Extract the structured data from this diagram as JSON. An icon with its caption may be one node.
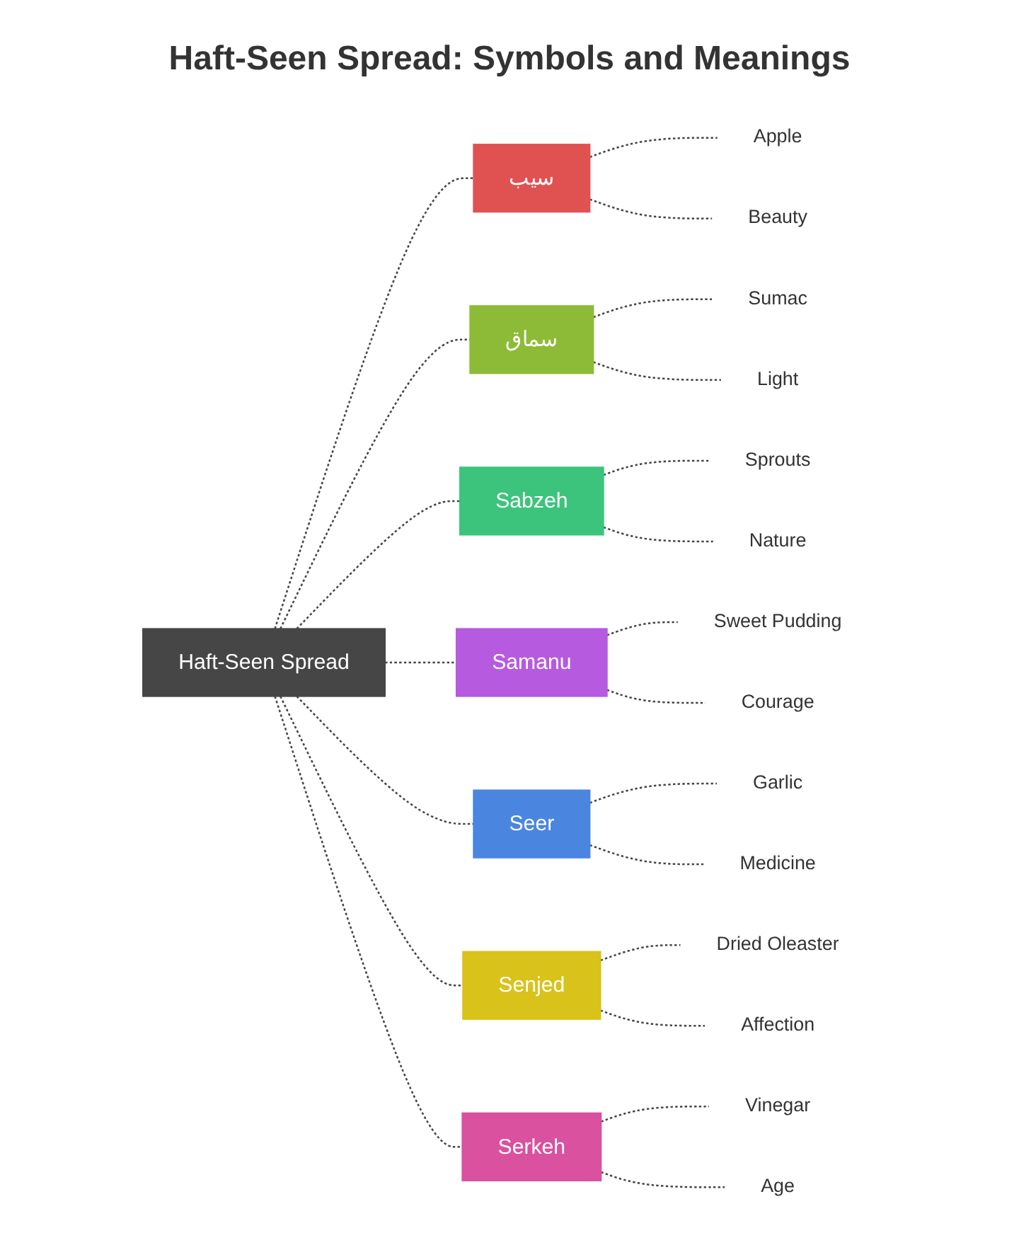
{
  "diagram": {
    "title": "Haft-Seen Spread: Symbols and Meanings",
    "nodes": [
      {
        "text": [
          "Haft-Seen Spread"
        ]
      },
      {
        "text": [
          "سیب"
        ]
      },
      {
        "text": [
          "Apple"
        ]
      },
      {
        "text": [
          "Beauty"
        ]
      },
      {
        "text": [
          "سماق"
        ]
      },
      {
        "text": [
          "Sumac"
        ]
      },
      {
        "text": [
          "Light"
        ]
      },
      {
        "text": [
          "Sabzeh"
        ]
      },
      {
        "text": [
          "Sprouts"
        ]
      },
      {
        "text": [
          "Nature"
        ]
      },
      {
        "text": [
          "Samanu"
        ]
      },
      {
        "text": [
          "Sweet Pudding"
        ]
      },
      {
        "text": [
          "Courage"
        ]
      },
      {
        "text": [
          "Seer"
        ]
      },
      {
        "text": [
          "Garlic"
        ]
      },
      {
        "text": [
          "Medicine"
        ]
      },
      {
        "text": [
          "Senjed"
        ]
      },
      {
        "text": [
          "Dried Oleaster"
        ]
      },
      {
        "text": [
          "Affection"
        ]
      },
      {
        "text": [
          "Serkeh"
        ]
      },
      {
        "text": [
          "Vinegar"
        ]
      },
      {
        "text": [
          "Age"
        ]
      }
    ],
    "edges": [
      {
        "from": 0,
        "to": 1,
        "arrow": "none",
        "style": "dashed"
      },
      {
        "from": 0,
        "to": 4,
        "arrow": "none",
        "style": "dashed"
      },
      {
        "from": 0,
        "to": 7,
        "arrow": "none",
        "style": "dashed"
      },
      {
        "from": 0,
        "to": 10,
        "arrow": "none",
        "style": "dashed"
      },
      {
        "from": 0,
        "to": 13,
        "arrow": "none",
        "style": "dashed"
      },
      {
        "from": 0,
        "to": 16,
        "arrow": "none",
        "style": "dashed"
      },
      {
        "from": 0,
        "to": 19,
        "arrow": "none",
        "style": "dashed"
      },
      {
        "from": 1,
        "to": 2,
        "arrow": "none",
        "style": "dashed"
      },
      {
        "from": 1,
        "to": 3,
        "arrow": "none",
        "style": "dashed"
      },
      {
        "from": 4,
        "to": 5,
        "arrow": "none",
        "style": "dashed"
      },
      {
        "from": 4,
        "to": 6,
        "arrow": "none",
        "style": "dashed"
      },
      {
        "from": 7,
        "to": 8,
        "arrow": "none",
        "style": "dashed"
      },
      {
        "from": 7,
        "to": 9,
        "arrow": "none",
        "style": "dashed"
      },
      {
        "from": 10,
        "to": 11,
        "arrow": "none",
        "style": "dashed"
      },
      {
        "from": 10,
        "to": 12,
        "arrow": "none",
        "style": "dashed"
      },
      {
        "from": 13,
        "to": 14,
        "arrow": "none",
        "style": "dashed"
      },
      {
        "from": 13,
        "to": 15,
        "arrow": "none",
        "style": "dashed"
      },
      {
        "from": 16,
        "to": 17,
        "arrow": "none",
        "style": "dashed"
      },
      {
        "from": 16,
        "to": 18,
        "arrow": "none",
        "style": "dashed"
      },
      {
        "from": 19,
        "to": 20,
        "arrow": "none",
        "style": "dashed"
      },
      {
        "from": 19,
        "to": 21,
        "arrow": "none",
        "style": "dashed"
      }
    ]
  }
}
